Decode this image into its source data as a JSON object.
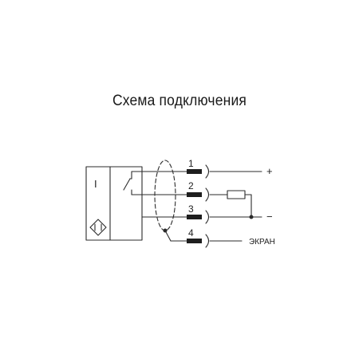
{
  "title": "Схема подключения",
  "sensor": {
    "symbol": "I"
  },
  "pins": [
    {
      "number": "1"
    },
    {
      "number": "2"
    },
    {
      "number": "3"
    },
    {
      "number": "4"
    }
  ],
  "rails": {
    "positive": "+",
    "negative": "−"
  },
  "screen": "ЭКРАН",
  "colors": {
    "line": "#2b2b2b",
    "background": "#ffffff"
  }
}
